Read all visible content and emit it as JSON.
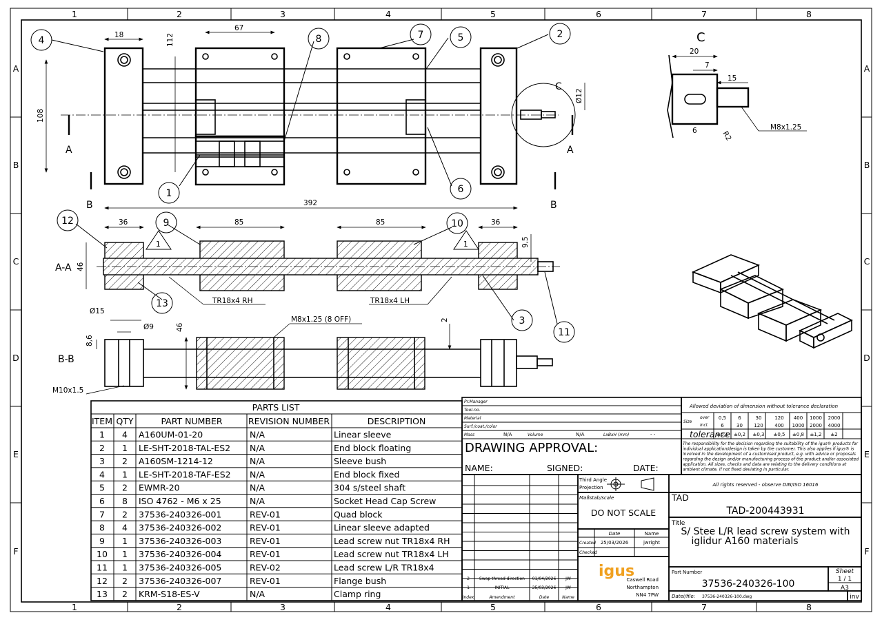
{
  "frame": {
    "col_labels": [
      "1",
      "2",
      "3",
      "4",
      "5",
      "6",
      "7",
      "8"
    ],
    "row_labels": [
      "A",
      "B",
      "C",
      "D",
      "E",
      "F"
    ]
  },
  "callouts": [
    "1",
    "2",
    "3",
    "4",
    "5",
    "6",
    "7",
    "8",
    "9",
    "10",
    "11",
    "12",
    "13"
  ],
  "dimensions": {
    "top_view": [
      "18",
      "67",
      "112",
      "108"
    ],
    "detail_c": [
      "20",
      "7",
      "15",
      "6",
      "R2",
      "M8x1.25",
      "Ø12"
    ],
    "section_aa": [
      "392",
      "36",
      "85",
      "85",
      "36",
      "9,5",
      "46"
    ],
    "section_bb": [
      "Ø15",
      "Ø9",
      "8,6",
      "46",
      "2",
      "M8x1.25 (8 OFF)",
      "M10x1.5"
    ]
  },
  "labels": {
    "section_a": "A",
    "section_b": "B",
    "section_c": "C",
    "aa": "A-A",
    "bb": "B-B",
    "thread_rh": "TR18x4 RH",
    "thread_lh": "TR18x4 LH",
    "rev_triangle": "1"
  },
  "parts_list": {
    "title": "PARTS LIST",
    "headers": [
      "ITEM",
      "QTY",
      "PART NUMBER",
      "REVISION NUMBER",
      "DESCRIPTION"
    ],
    "rows": [
      [
        "1",
        "4",
        "A160UM-01-20",
        "N/A",
        "Linear sleeve"
      ],
      [
        "2",
        "1",
        "LE-SHT-2018-TAL-ES2",
        "N/A",
        "End block floating"
      ],
      [
        "3",
        "2",
        "A160SM-1214-12",
        "N/A",
        "Sleeve bush"
      ],
      [
        "4",
        "1",
        "LE-SHT-2018-TAF-ES2",
        "N/A",
        "End block fixed"
      ],
      [
        "5",
        "2",
        "EWMR-20",
        "N/A",
        "304 s/steel shaft"
      ],
      [
        "6",
        "8",
        "ISO 4762 - M6 x 25",
        "N/A",
        "Socket Head Cap Screw"
      ],
      [
        "7",
        "2",
        "37536-240326-001",
        "REV-01",
        "Quad block"
      ],
      [
        "8",
        "4",
        "37536-240326-002",
        "REV-01",
        "Linear sleeve adapted"
      ],
      [
        "9",
        "1",
        "37536-240326-003",
        "REV-01",
        "Lead screw nut TR18x4 RH"
      ],
      [
        "10",
        "1",
        "37536-240326-004",
        "REV-01",
        "Lead screw nut TR18x4 LH"
      ],
      [
        "11",
        "1",
        "37536-240326-005",
        "REV-02",
        "Lead screw L/R TR18x4"
      ],
      [
        "12",
        "2",
        "37536-240326-007",
        "REV-01",
        "Flange bush"
      ],
      [
        "13",
        "2",
        "KRM-S18-ES-V",
        "N/A",
        "Clamp ring"
      ]
    ]
  },
  "title_block": {
    "pr_manager": "Pr.Manager",
    "tool_no": "Tool-no.",
    "material": "Material",
    "surf": "Surf./coat./color",
    "mass_label": "Mass",
    "mass_val": "N/A",
    "volume_label": "Volume",
    "volume_val": "N/A",
    "lxbxh_label": "LxBxH (mm)",
    "lxbxh_val": "- -",
    "approval": "DRAWING APPROVAL:",
    "name": "NAME:",
    "signed": "SIGNED:",
    "date": "DATE:",
    "tolerance_title": "Allowed deviation of dimension without tolerance declaration",
    "size": "Size",
    "over": "over",
    "incl": "incl.",
    "tol_over": [
      "0,5",
      "6",
      "30",
      "120",
      "400",
      "1000",
      "2000"
    ],
    "tol_incl": [
      "6",
      "30",
      "120",
      "400",
      "1000",
      "2000",
      "4000"
    ],
    "tolerance": "tolerance",
    "tol_vals": [
      "±0,1",
      "±0,2",
      "±0,3",
      "±0,5",
      "±0,8",
      "±1,2",
      "±2"
    ],
    "disclaimer": [
      "The responsibility for the decision regarding the suitability of the igus® products for",
      "individual application/design is taken by the customer. This also applies if igus® is",
      "involved in the development of a customised product, e.g. with advice or proposals",
      "regarding the design and/or manufacturing process of the product and/or associated",
      "application. All sizes, checks and data are relating to the delivery conditions at",
      "ambient climate, if not fixed deviating in particular."
    ],
    "rights": "All rights reserved - observe DIN/ISO 16016",
    "third_angle": "Third Angle",
    "projection": "Projection",
    "scale_label": "Maßstab/scale",
    "scale_val": "DO NOT SCALE",
    "tad_label": "TAD",
    "tad_val": "TAD-200443931",
    "title_label": "Title",
    "title_line1": "S/ Stee L/R lead screw system with",
    "title_line2": "iglidur A160 materials",
    "date_hdr": "Date",
    "name_hdr": "Name",
    "created": "Created",
    "created_date": "25/03/2026",
    "created_name": "jwright",
    "checked": "Checked",
    "company": "igus",
    "address": [
      "Caswell Road",
      "Northampton",
      "NN4 7PW"
    ],
    "part_number_label": "Part Number",
    "part_number": "37536-240326-100",
    "sheet_label": "Sheet",
    "sheet_val": "1 / 1",
    "paper": "A3",
    "datei_label": "Datei/file:",
    "datei_val": "37536-240326-100.dwg",
    "inv": "inv",
    "revisions": [
      [
        "2",
        "Swap thread direction",
        "01/04/2026",
        "JW"
      ],
      [
        "1",
        "INITIAL",
        "25/03/2026",
        "JW"
      ]
    ],
    "rev_hdr": [
      "Index",
      "Amendment",
      "Date",
      "Name"
    ]
  },
  "colors": {
    "logo": "#f0a020",
    "line": "#000000"
  }
}
